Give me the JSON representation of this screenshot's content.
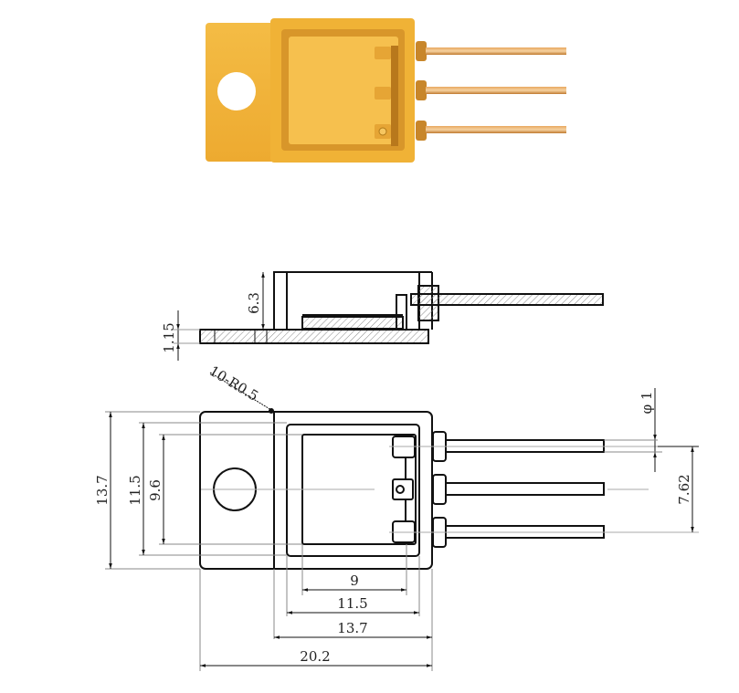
{
  "photo": {
    "description": "Gold-plated TO-220 style metal package with 3 leads",
    "colors": {
      "body": "#F2B53A",
      "body_dark": "#E0A22A",
      "edge": "#C98A1E",
      "lead": "#D08A3A",
      "hole": "#ffffff"
    }
  },
  "side_view": {
    "dims": {
      "height_label": "6.3",
      "flange_label": "1.15",
      "radius_label": "10-R0.5"
    }
  },
  "top_view": {
    "dims": {
      "outer_height": "13.7",
      "inner_height": "11.5",
      "cavity_height": "9.6",
      "lead_diameter": "φ 1",
      "lead_pitch": "7.62",
      "cavity_width": "9",
      "inner_width": "11.5",
      "body_width": "13.7",
      "total_length": "20.2"
    }
  },
  "colors": {
    "line": "#111111",
    "center_line": "#999999",
    "hatch": "#777777"
  }
}
